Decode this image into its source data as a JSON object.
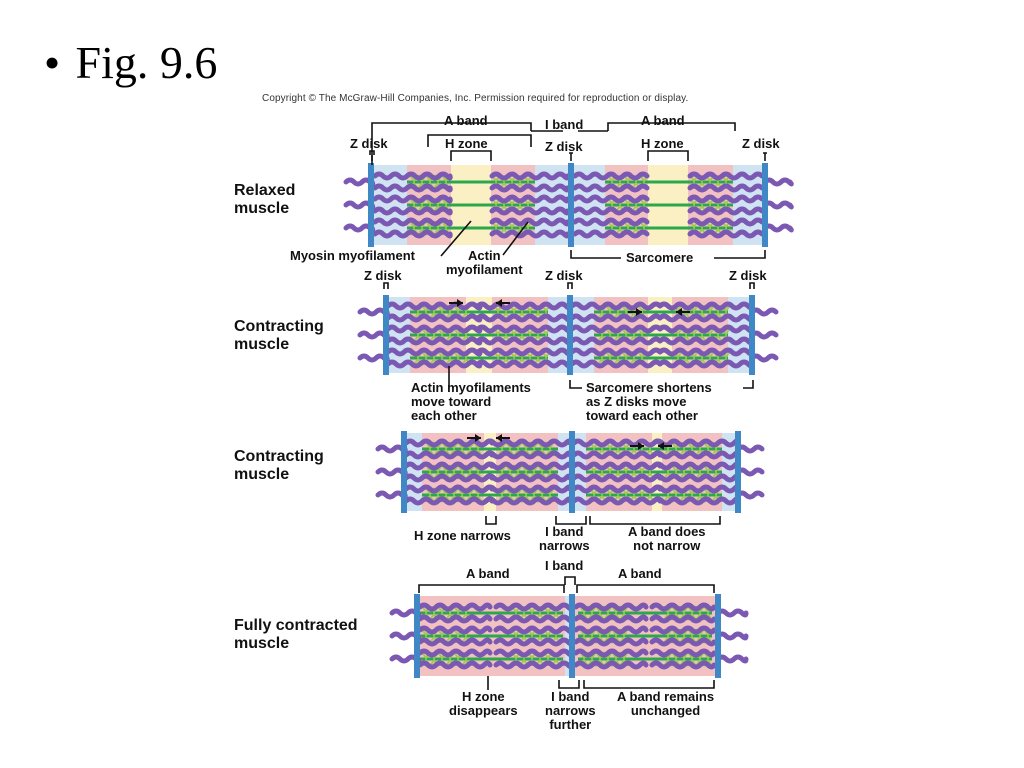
{
  "slide": {
    "bullet": "•",
    "title": "Fig. 9.6"
  },
  "copyright": "Copyright © The McGraw-Hill Companies, Inc. Permission required for reproduction or display.",
  "rows": {
    "relaxed": "Relaxed\nmuscle",
    "contracting1": "Contracting\nmuscle",
    "contracting2": "Contracting\nmuscle",
    "full": "Fully contracted\nmuscle"
  },
  "labels": {
    "a_band": "A band",
    "i_band": "I band",
    "z_disk": "Z disk",
    "h_zone": "H zone",
    "myosin": "Myosin myofilament",
    "actin": "Actin\nmyofilament",
    "sarcomere": "Sarcomere",
    "actin_move": "Actin myofilaments\nmove toward\neach other",
    "sarcomere_shortens": "Sarcomere shortens\nas Z disks move\ntoward each other",
    "h_narrows": "H zone narrows",
    "i_narrows": "I band\nnarrows",
    "a_not_narrow": "A band does\nnot narrow",
    "h_disappears": "H zone\ndisappears",
    "i_narrows_further": "I band\nnarrows\nfurther",
    "a_unchanged": "A band remains\nunchanged"
  },
  "colors": {
    "i_band": "#cfe3f3",
    "a_band": "#f2c2c2",
    "h_zone": "#fbf0c4",
    "myosin": "#2aa84a",
    "actin": "#7b59b3",
    "z_disk": "#3f88c5",
    "cross_bridge": "#9ccc55"
  }
}
